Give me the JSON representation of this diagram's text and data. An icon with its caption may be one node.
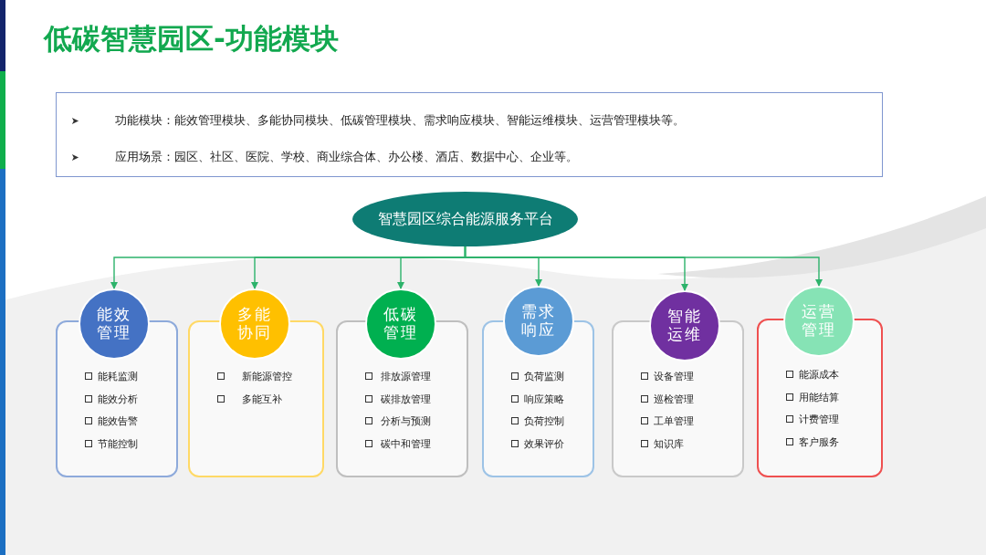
{
  "diagram": {
    "title": "低碳智慧园区-功能模块",
    "nodes": [
      {
        "text": [
          "功能模块：能效管理模块、多能协同模块、低碳管理模块、需求响应模块、智能运维模块、运营管理模块等。",
          "应用场景：园区、社区、医院、学校、商业综合体、办公楼、酒店、数据中心、企业等。"
        ]
      },
      {
        "text": [
          "智慧园区综合能源服务平台"
        ]
      },
      {
        "text": [
          "能效管理"
        ]
      },
      {
        "text": [
          "多能协同"
        ]
      },
      {
        "text": [
          "低碳管理"
        ]
      },
      {
        "text": [
          "需求响应"
        ]
      },
      {
        "text": [
          "智能运维"
        ]
      },
      {
        "text": [
          "运营管理"
        ]
      },
      {
        "text": [
          "能耗监测",
          "能效分析",
          "能效告警",
          "节能控制"
        ]
      },
      {
        "text": [
          "新能源管控",
          "多能互补"
        ]
      },
      {
        "text": [
          "排放源管理",
          "碳排放管理",
          "分析与预测",
          "碳中和管理"
        ]
      },
      {
        "text": [
          "负荷监测",
          "响应策略",
          "负荷控制",
          "效果评价"
        ]
      },
      {
        "text": [
          "设备管理",
          "巡检管理",
          "工单管理",
          "知识库"
        ]
      },
      {
        "text": [
          "能源成本",
          "用能结算",
          "计费管理",
          "客户服务"
        ]
      }
    ],
    "edges": [
      {
        "from": 1,
        "to": 2,
        "arrow": "to"
      },
      {
        "from": 1,
        "to": 3,
        "arrow": "to"
      },
      {
        "from": 1,
        "to": 4,
        "arrow": "to"
      },
      {
        "from": 1,
        "to": 5,
        "arrow": "to"
      },
      {
        "from": 1,
        "to": 6,
        "arrow": "to"
      },
      {
        "from": 1,
        "to": 7,
        "arrow": "to"
      }
    ]
  }
}
